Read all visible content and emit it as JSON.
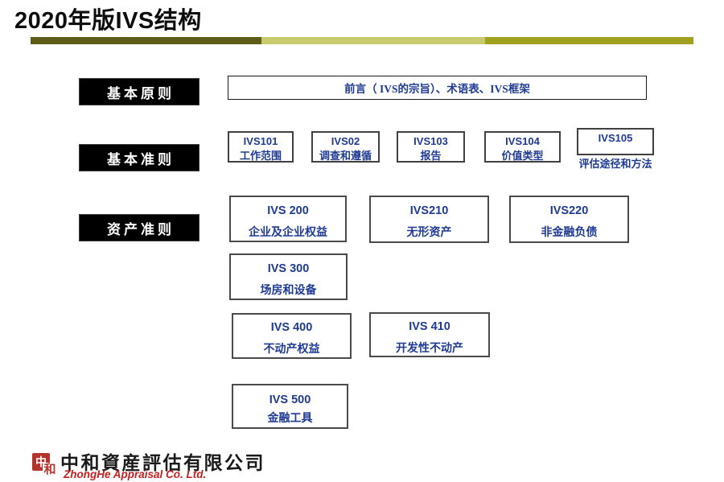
{
  "title": "2020年版IVS结构",
  "categories": [
    {
      "label": "基本原则"
    },
    {
      "label": "基本准则"
    },
    {
      "label": "资产准则"
    }
  ],
  "preface": {
    "text": "前言（ IVS的宗旨）、术语表、IVS框架"
  },
  "general_standards": [
    {
      "code": "IVS101",
      "name": "工作范围"
    },
    {
      "code": "IVS02",
      "name": "调查和遵循"
    },
    {
      "code": "IVS103",
      "name": "报告"
    },
    {
      "code": "IVS104",
      "name": "价值类型"
    },
    {
      "code": "IVS105",
      "name": "评估途径和方法"
    }
  ],
  "asset_standards": [
    {
      "code": "IVS 200",
      "name": "企业及企业权益"
    },
    {
      "code": "IVS210",
      "name": "无形资产"
    },
    {
      "code": "IVS220",
      "name": "非金融负债"
    },
    {
      "code": "IVS 300",
      "name": "场房和设备"
    },
    {
      "code": "IVS 400",
      "name": "不动产权益"
    },
    {
      "code": "IVS 410",
      "name": "开发性不动产"
    },
    {
      "code": "IVS 500",
      "name": "金融工具"
    }
  ],
  "footer": {
    "seal_char_zhong": "中",
    "seal_char_he": "和",
    "company_cn": "中和資産評估有限公司",
    "company_en": "ZhongHe Appraisal Co. Ltd."
  },
  "colors": {
    "accent_blue": "#1f3a93",
    "divider_dark_olive": "#5e5e18",
    "divider_light_olive": "#c9c96d",
    "divider_mid_olive": "#a1a11f",
    "category_box_bg": "#000000",
    "logo_seal_red": "#b5332c",
    "company_en_red": "#c41f1f"
  }
}
